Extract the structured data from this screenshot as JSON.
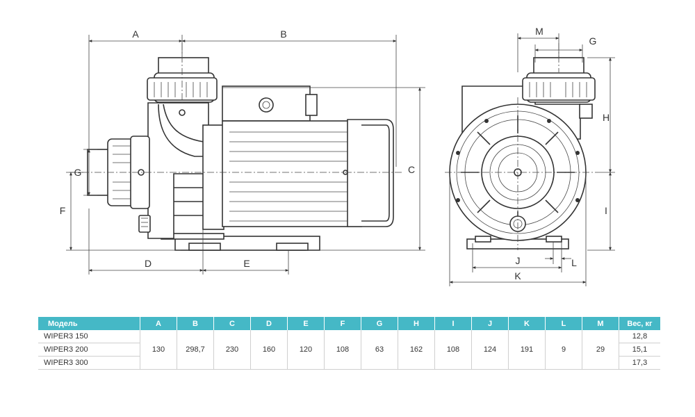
{
  "dimension_labels": {
    "a": "A",
    "b": "B",
    "c": "C",
    "d": "D",
    "e": "E",
    "f": "F",
    "g": "G",
    "h": "H",
    "i": "I",
    "j": "J",
    "k": "K",
    "l": "L",
    "m": "M"
  },
  "table": {
    "headers": [
      "Модель",
      "A",
      "B",
      "C",
      "D",
      "E",
      "F",
      "G",
      "H",
      "I",
      "J",
      "K",
      "L",
      "M",
      "Вес, кг"
    ],
    "models": [
      "WIPER3 150",
      "WIPER3 200",
      "WIPER3 300"
    ],
    "shared_values": [
      "130",
      "298,7",
      "230",
      "160",
      "120",
      "108",
      "63",
      "162",
      "108",
      "124",
      "191",
      "9",
      "29"
    ],
    "weights": [
      "12,8",
      "15,1",
      "17,3"
    ]
  },
  "colors": {
    "header_bg": "#45b8c6",
    "header_text": "#ffffff",
    "line": "#333333"
  }
}
